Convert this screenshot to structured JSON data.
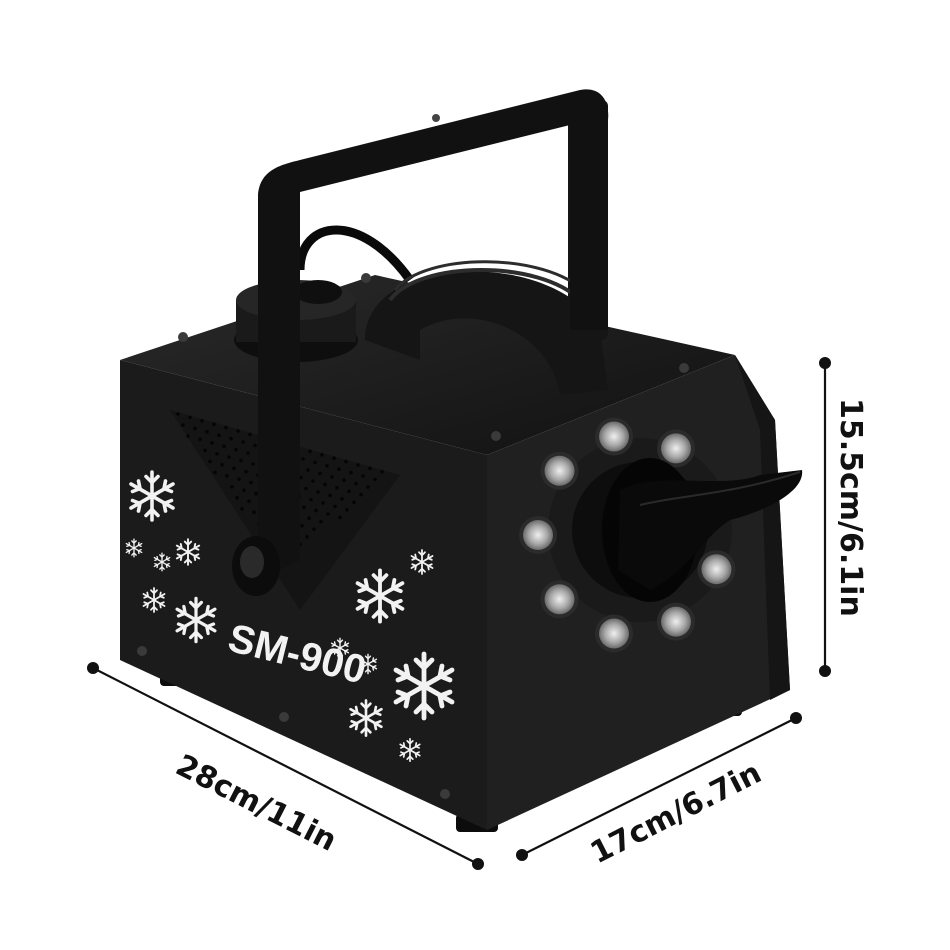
{
  "product": {
    "model_label": "SM-900"
  },
  "dimensions": {
    "width": "28cm/11in",
    "depth": "17cm/6.7in",
    "height": "15.5cm/6.1in"
  },
  "colors": {
    "body": "#1a1a1a",
    "background": "#ffffff",
    "led": "#c8c8c8",
    "print": "#f2f2f2"
  }
}
